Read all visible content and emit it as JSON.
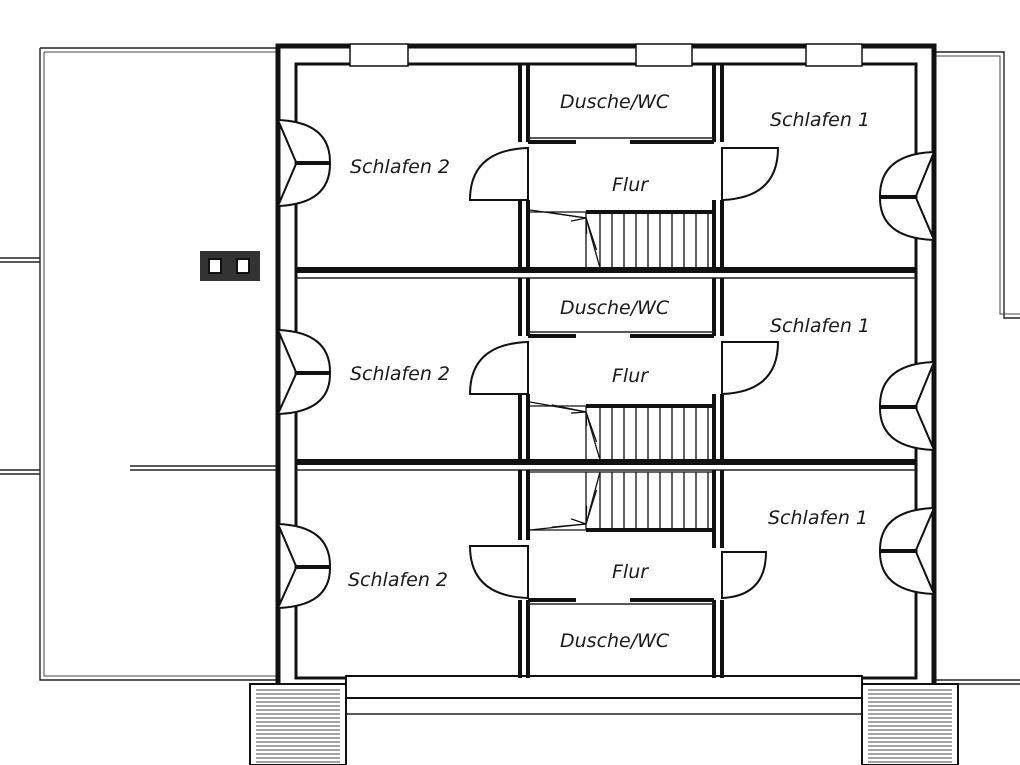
{
  "rooms": {
    "unit1": {
      "bedroom_left": "Schlafen 2",
      "bedroom_right": "Schlafen 1",
      "bath": "Dusche/WC",
      "hall": "Flur"
    },
    "unit2": {
      "bedroom_left": "Schlafen 2",
      "bedroom_right": "Schlafen 1",
      "bath": "Dusche/WC",
      "hall": "Flur"
    },
    "unit3": {
      "bedroom_left": "Schlafen 2",
      "bedroom_right": "Schlafen 1",
      "bath": "Dusche/WC",
      "hall": "Flur"
    }
  },
  "colors": {
    "wall": "#111111",
    "background": "#ffffff"
  }
}
